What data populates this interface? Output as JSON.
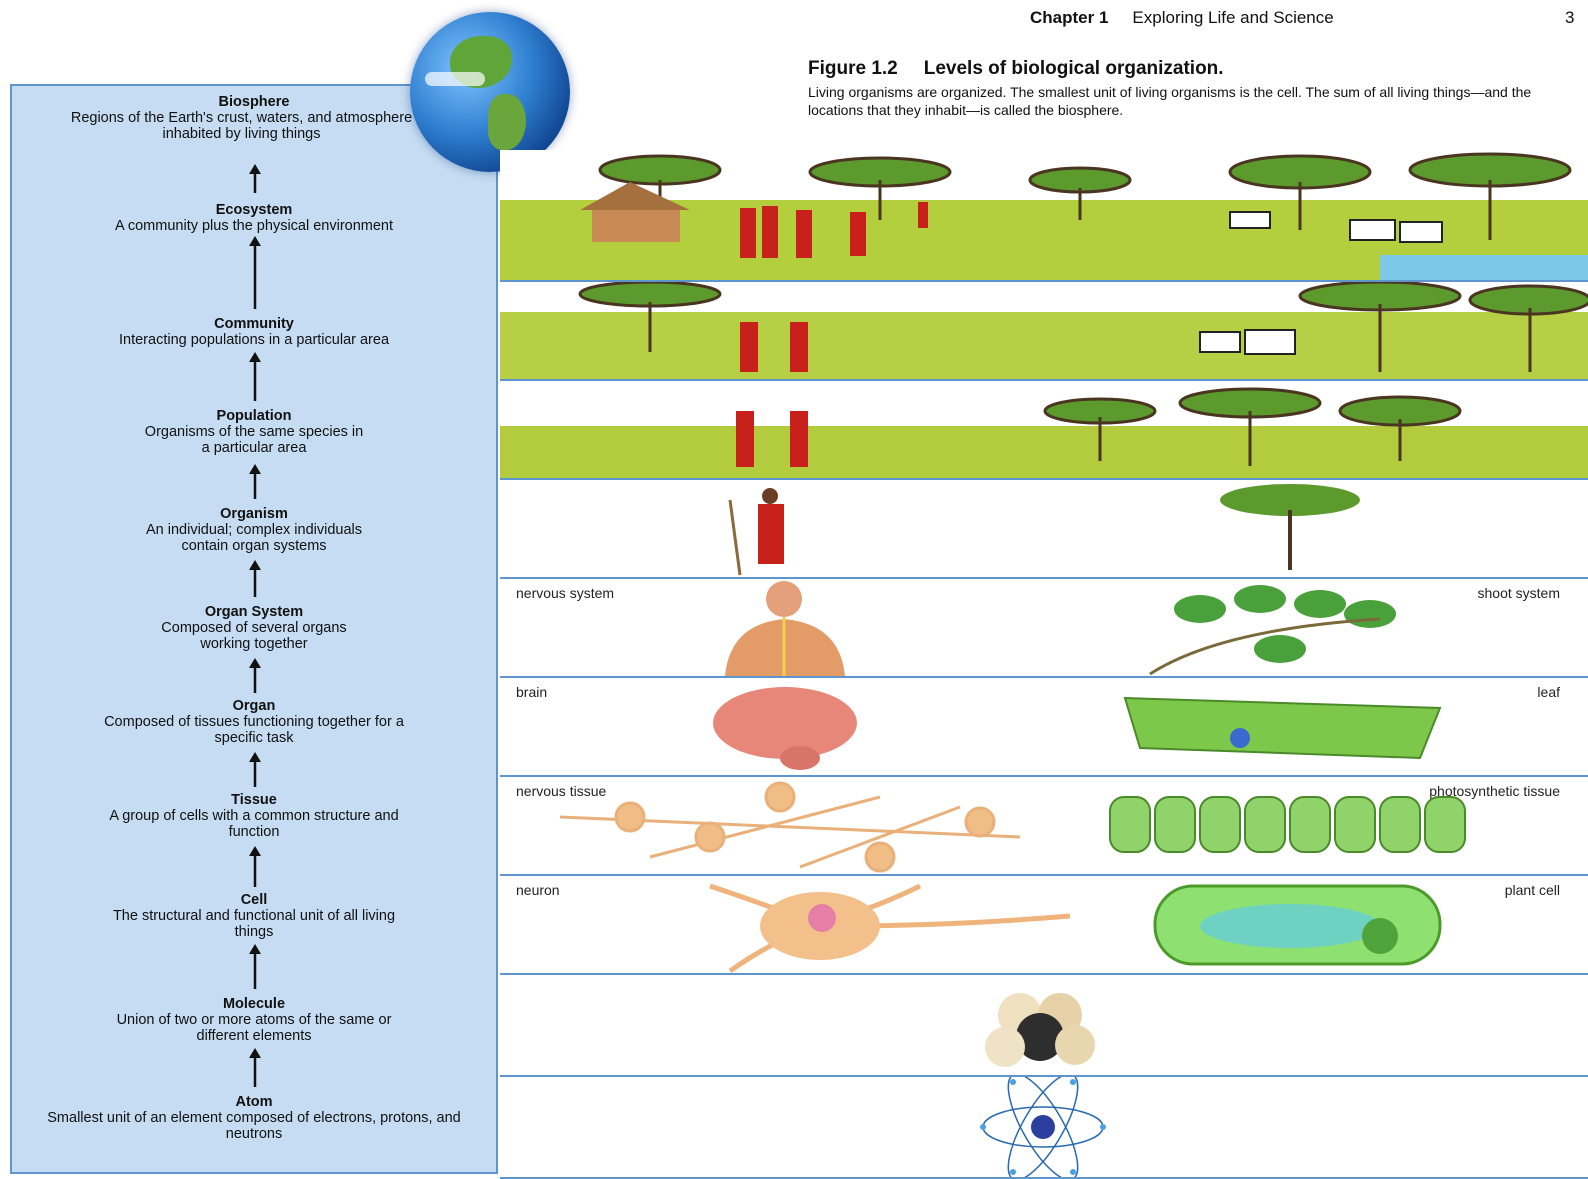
{
  "header": {
    "chapter": "Chapter 1",
    "title": "Exploring Life and Science",
    "page": "3"
  },
  "caption": {
    "figure": "Figure 1.2",
    "title": "Levels of biological organization.",
    "text": "Living organisms are organized. The smallest unit of living organisms is the cell. The sum of all living things—and the locations that they inhabit—is called the biosphere."
  },
  "levels": [
    {
      "name": "Biosphere",
      "desc": "Regions of the Earth's crust, waters, and atmosphere inhabited by living things"
    },
    {
      "name": "Ecosystem",
      "desc": "A community plus the physical environment"
    },
    {
      "name": "Community",
      "desc": "Interacting populations in a particular area"
    },
    {
      "name": "Population",
      "desc": "Organisms of the same species in a particular area"
    },
    {
      "name": "Organism",
      "desc": "An individual; complex individuals contain organ systems"
    },
    {
      "name": "Organ System",
      "desc": "Composed of several organs working together"
    },
    {
      "name": "Organ",
      "desc": "Composed of tissues functioning together for a specific task"
    },
    {
      "name": "Tissue",
      "desc": "A group of cells with a common structure and function"
    },
    {
      "name": "Cell",
      "desc": "The structural and functional unit of all living things"
    },
    {
      "name": "Molecule",
      "desc": "Union of two or more atoms of the same or different elements"
    },
    {
      "name": "Atom",
      "desc": "Smallest unit of an element composed of electrons, protons, and neutrons"
    }
  ],
  "row_labels": {
    "organ_system_left": "nervous system",
    "organ_system_right": "shoot system",
    "organ_left": "brain",
    "organ_right": "leaf",
    "tissue_left": "nervous tissue",
    "tissue_right": "photosynthetic tissue",
    "cell_left": "neuron",
    "cell_right": "plant cell"
  }
}
